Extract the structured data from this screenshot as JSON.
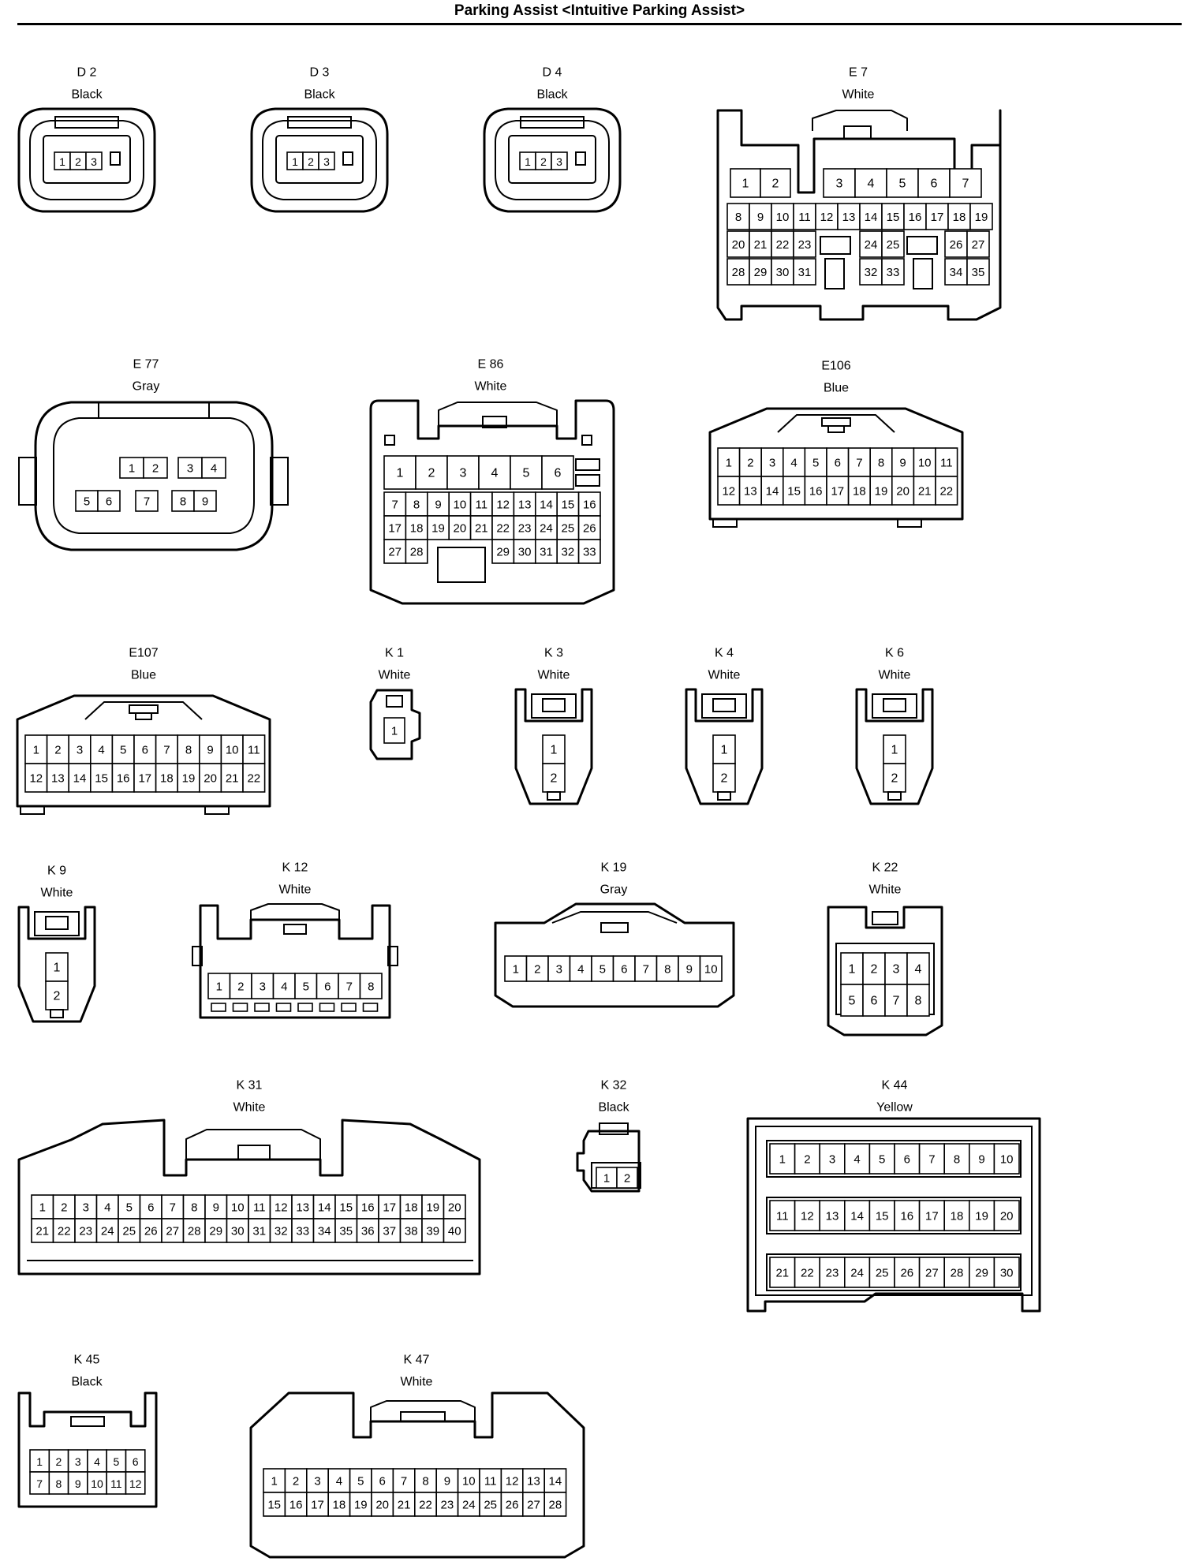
{
  "page": {
    "title": "Parking Assist <Intuitive Parking Assist>"
  },
  "connectors": [
    {
      "id": "D 2",
      "color": "Black",
      "pins": [
        "1",
        "2",
        "3"
      ]
    },
    {
      "id": "D 3",
      "color": "Black",
      "pins": [
        "1",
        "2",
        "3"
      ]
    },
    {
      "id": "D 4",
      "color": "Black",
      "pins": [
        "1",
        "2",
        "3"
      ]
    },
    {
      "id": "E 7",
      "color": "White",
      "pins": [
        "1",
        "2",
        "3",
        "4",
        "5",
        "6",
        "7",
        "8",
        "9",
        "10",
        "11",
        "12",
        "13",
        "14",
        "15",
        "16",
        "17",
        "18",
        "19",
        "20",
        "21",
        "22",
        "23",
        "24",
        "25",
        "26",
        "27",
        "28",
        "29",
        "30",
        "31",
        "32",
        "33",
        "34",
        "35"
      ]
    },
    {
      "id": "E 77",
      "color": "Gray",
      "pins": [
        "1",
        "2",
        "3",
        "4",
        "5",
        "6",
        "7",
        "8",
        "9"
      ]
    },
    {
      "id": "E 86",
      "color": "White",
      "pins": [
        "1",
        "2",
        "3",
        "4",
        "5",
        "6",
        "7",
        "8",
        "9",
        "10",
        "11",
        "12",
        "13",
        "14",
        "15",
        "16",
        "17",
        "18",
        "19",
        "20",
        "21",
        "22",
        "23",
        "24",
        "25",
        "26",
        "27",
        "28",
        "29",
        "30",
        "31",
        "32",
        "33"
      ]
    },
    {
      "id": "E106",
      "color": "Blue",
      "pins": [
        "1",
        "2",
        "3",
        "4",
        "5",
        "6",
        "7",
        "8",
        "9",
        "10",
        "11",
        "12",
        "13",
        "14",
        "15",
        "16",
        "17",
        "18",
        "19",
        "20",
        "21",
        "22"
      ]
    },
    {
      "id": "E107",
      "color": "Blue",
      "pins": [
        "1",
        "2",
        "3",
        "4",
        "5",
        "6",
        "7",
        "8",
        "9",
        "10",
        "11",
        "12",
        "13",
        "14",
        "15",
        "16",
        "17",
        "18",
        "19",
        "20",
        "21",
        "22"
      ]
    },
    {
      "id": "K 1",
      "color": "White",
      "pins": [
        "1"
      ]
    },
    {
      "id": "K 3",
      "color": "White",
      "pins": [
        "1",
        "2"
      ]
    },
    {
      "id": "K 4",
      "color": "White",
      "pins": [
        "1",
        "2"
      ]
    },
    {
      "id": "K 6",
      "color": "White",
      "pins": [
        "1",
        "2"
      ]
    },
    {
      "id": "K 9",
      "color": "White",
      "pins": [
        "1",
        "2"
      ]
    },
    {
      "id": "K 12",
      "color": "White",
      "pins": [
        "1",
        "2",
        "3",
        "4",
        "5",
        "6",
        "7",
        "8"
      ]
    },
    {
      "id": "K 19",
      "color": "Gray",
      "pins": [
        "1",
        "2",
        "3",
        "4",
        "5",
        "6",
        "7",
        "8",
        "9",
        "10"
      ]
    },
    {
      "id": "K 22",
      "color": "White",
      "pins": [
        "1",
        "2",
        "3",
        "4",
        "5",
        "6",
        "7",
        "8"
      ]
    },
    {
      "id": "K 31",
      "color": "White",
      "pins": [
        "1",
        "2",
        "3",
        "4",
        "5",
        "6",
        "7",
        "8",
        "9",
        "10",
        "11",
        "12",
        "13",
        "14",
        "15",
        "16",
        "17",
        "18",
        "19",
        "20",
        "21",
        "22",
        "23",
        "24",
        "25",
        "26",
        "27",
        "28",
        "29",
        "30",
        "31",
        "32",
        "33",
        "34",
        "35",
        "36",
        "37",
        "38",
        "39",
        "40"
      ]
    },
    {
      "id": "K 32",
      "color": "Black",
      "pins": [
        "1",
        "2"
      ]
    },
    {
      "id": "K 44",
      "color": "Yellow",
      "pins": [
        "1",
        "2",
        "3",
        "4",
        "5",
        "6",
        "7",
        "8",
        "9",
        "10",
        "11",
        "12",
        "13",
        "14",
        "15",
        "16",
        "17",
        "18",
        "19",
        "20",
        "21",
        "22",
        "23",
        "24",
        "25",
        "26",
        "27",
        "28",
        "29",
        "30"
      ]
    },
    {
      "id": "K 45",
      "color": "Black",
      "pins": [
        "1",
        "2",
        "3",
        "4",
        "5",
        "6",
        "7",
        "8",
        "9",
        "10",
        "11",
        "12"
      ]
    },
    {
      "id": "K 47",
      "color": "White",
      "pins": [
        "1",
        "2",
        "3",
        "4",
        "5",
        "6",
        "7",
        "8",
        "9",
        "10",
        "11",
        "12",
        "13",
        "14",
        "15",
        "16",
        "17",
        "18",
        "19",
        "20",
        "21",
        "22",
        "23",
        "24",
        "25",
        "26",
        "27",
        "28"
      ]
    }
  ]
}
